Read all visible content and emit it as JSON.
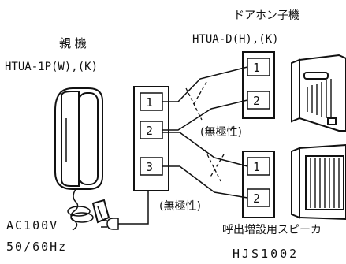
{
  "master": {
    "title": "親 機",
    "model": "HTUA-1P(W),(K)",
    "terminals": [
      "1",
      "2",
      "3"
    ]
  },
  "door_station": {
    "title": "ドアホン子機",
    "model": "HTUA-D(H),(K)",
    "terminals": [
      "1",
      "2"
    ]
  },
  "speaker": {
    "title": "呼出増設用スピーカ",
    "model": "HJS1002",
    "terminals": [
      "1",
      "2"
    ]
  },
  "polarity_note": "(無極性)",
  "power": {
    "voltage": "AC100V",
    "frequency": "50/60Hz"
  }
}
